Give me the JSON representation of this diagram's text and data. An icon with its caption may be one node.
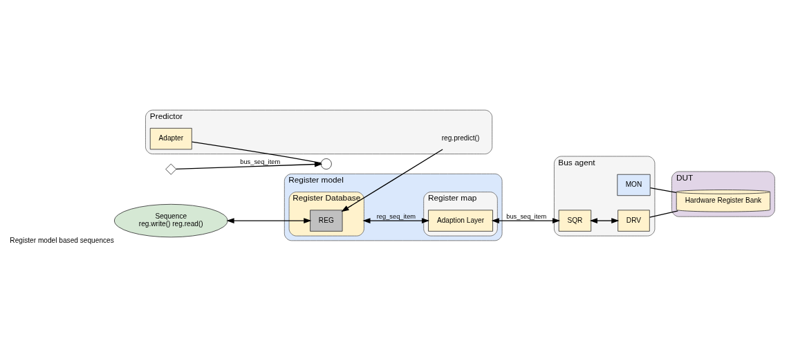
{
  "diagram": {
    "nodes": [
      {
        "text": [
          "Register model"
        ]
      },
      {
        "text": [
          "Register Database"
        ],
        "in": 0
      },
      {
        "text": [
          "REG"
        ],
        "in": 1
      },
      {
        "text": [
          "Register map"
        ],
        "in": 0
      },
      {
        "text": [
          "Adaption Layer"
        ],
        "in": 3
      },
      {
        "text": [
          "Sequence",
          "reg.write() reg.read()"
        ],
        "beside": [
          "Register model based sequences"
        ]
      },
      {
        "text": [
          "Predictor"
        ]
      },
      {
        "text": [
          "reg.predict()"
        ],
        "in": 6
      },
      {
        "text": [
          "Adapter"
        ],
        "in": 6
      },
      {
        "text": [],
        "shape": "circle"
      },
      {
        "text": [
          "Bus agent"
        ]
      },
      {
        "text": [],
        "shape": "diamond"
      },
      {
        "text": [
          "MON"
        ],
        "in": 10
      },
      {
        "text": [
          "SQR"
        ],
        "in": 10
      },
      {
        "text": [
          "DRV"
        ],
        "in": 10
      },
      {
        "text": [
          "DUT"
        ]
      },
      {
        "text": [
          "Hardware Register Bank"
        ],
        "in": 15
      }
    ],
    "edges": [
      {
        "from": 5,
        "to": 2,
        "arrow": "both"
      },
      {
        "from": 7,
        "to": 2,
        "arrow": "to"
      },
      {
        "from": 1,
        "to": 4,
        "arrow": "both",
        "label": "reg_seq_item"
      },
      {
        "from": 13,
        "to": 4,
        "arrow": "both",
        "label": "bus_seq_item"
      },
      {
        "from": 13,
        "to": 14,
        "arrow": "both"
      },
      {
        "from": 8,
        "to": 9,
        "arrow": "none"
      },
      {
        "from": 11,
        "to": 9,
        "arrow": "to",
        "label": "bus_seq_item"
      },
      {
        "from": 12,
        "to": 16,
        "arrow": "none"
      },
      {
        "from": 14,
        "to": 16,
        "arrow": "none"
      }
    ]
  }
}
